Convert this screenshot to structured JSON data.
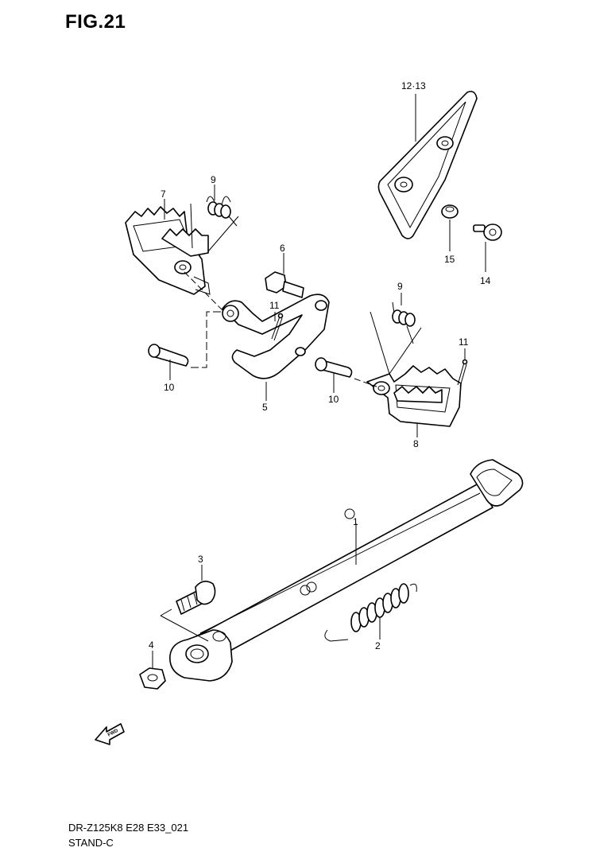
{
  "figure": {
    "title": "FIG.21",
    "code": "DR-Z125K8 E28 E33_021",
    "name": "STAND-C"
  },
  "fwd_label": "FWD",
  "callouts": {
    "c1": "1",
    "c2": "2",
    "c3": "3",
    "c4": "4",
    "c5": "5",
    "c6": "6",
    "c7": "7",
    "c8": "8",
    "c9a": "9",
    "c9b": "9",
    "c10a": "10",
    "c10b": "10",
    "c11a": "11",
    "c11b": "11",
    "c12_13": "12·13",
    "c14": "14",
    "c15": "15"
  }
}
